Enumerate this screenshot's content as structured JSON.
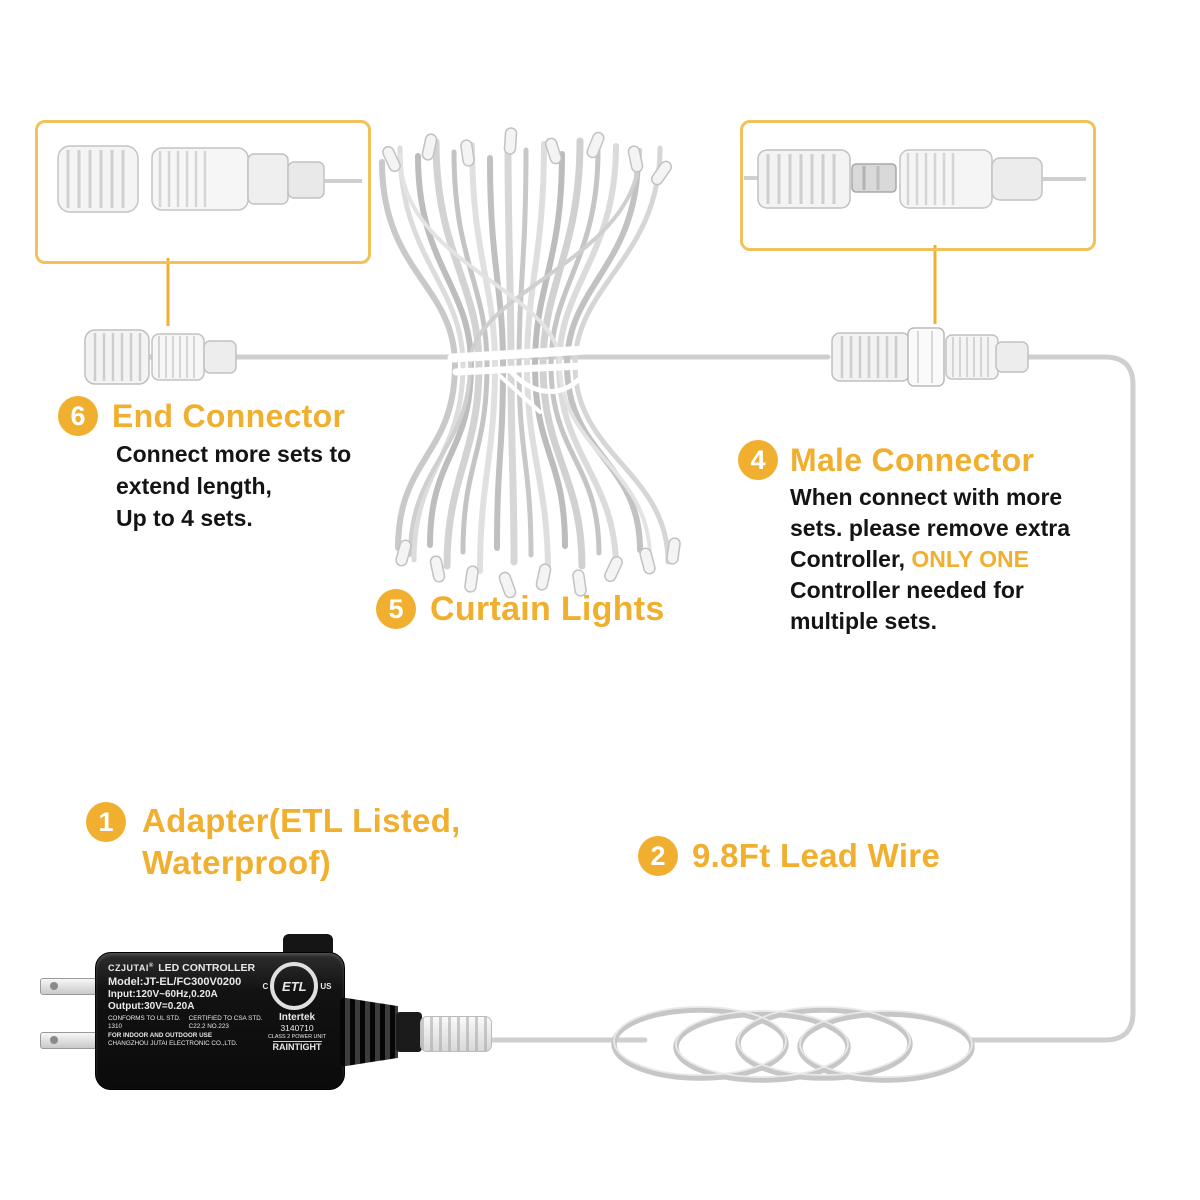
{
  "colors": {
    "accent": "#F1AF2F",
    "inset_border": "#F2C159",
    "text": "#141414",
    "wire": "#CFCFCF",
    "adapter_body": "#121212"
  },
  "callouts": {
    "end_connector": {
      "number": "6",
      "title": "End Connector",
      "line1": "Connect more sets to",
      "line2": "extend length,",
      "line3": "Up to 4 sets."
    },
    "male_connector": {
      "number": "4",
      "title": "Male Connector",
      "line1": "When connect with more",
      "line2": "sets. please remove extra",
      "line3_pre": "Controller, ",
      "line3_highlight": "ONLY ONE",
      "line4": "Controller needed for",
      "line5": "multiple sets."
    },
    "curtain_lights": {
      "number": "5",
      "title": "Curtain Lights"
    },
    "adapter": {
      "number": "1",
      "title_line1": "Adapter(ETL Listed,",
      "title_line2": "Waterproof)"
    },
    "lead_wire": {
      "number": "2",
      "title": "9.8Ft Lead Wire"
    }
  },
  "adapter_label": {
    "brand": "CZJUTAI",
    "reg": "®",
    "product": "LED CONTROLLER",
    "model": "Model:JT-EL/FC300V0200",
    "input": "Input:120V~60Hz,0.20A",
    "output": "Output:30V=0.20A",
    "conforms_1": "CONFORMS TO UL STD.",
    "conforms_2": "1310",
    "certified_1": "CERTIFIED TO CSA STD.",
    "certified_2": "C22.2 NO.223",
    "indoor_outdoor": "FOR INDOOR AND OUTDOOR USE",
    "company": "CHANGZHOU JUTAI ELECTRONIC CO.,LTD.",
    "etl": "ETL",
    "etl_c": "C",
    "etl_us": "US",
    "intertek": "Intertek",
    "cert_no": "3140710",
    "class_line": "CLASS 2 POWER UNIT",
    "raintight": "RAINTIGHT"
  }
}
